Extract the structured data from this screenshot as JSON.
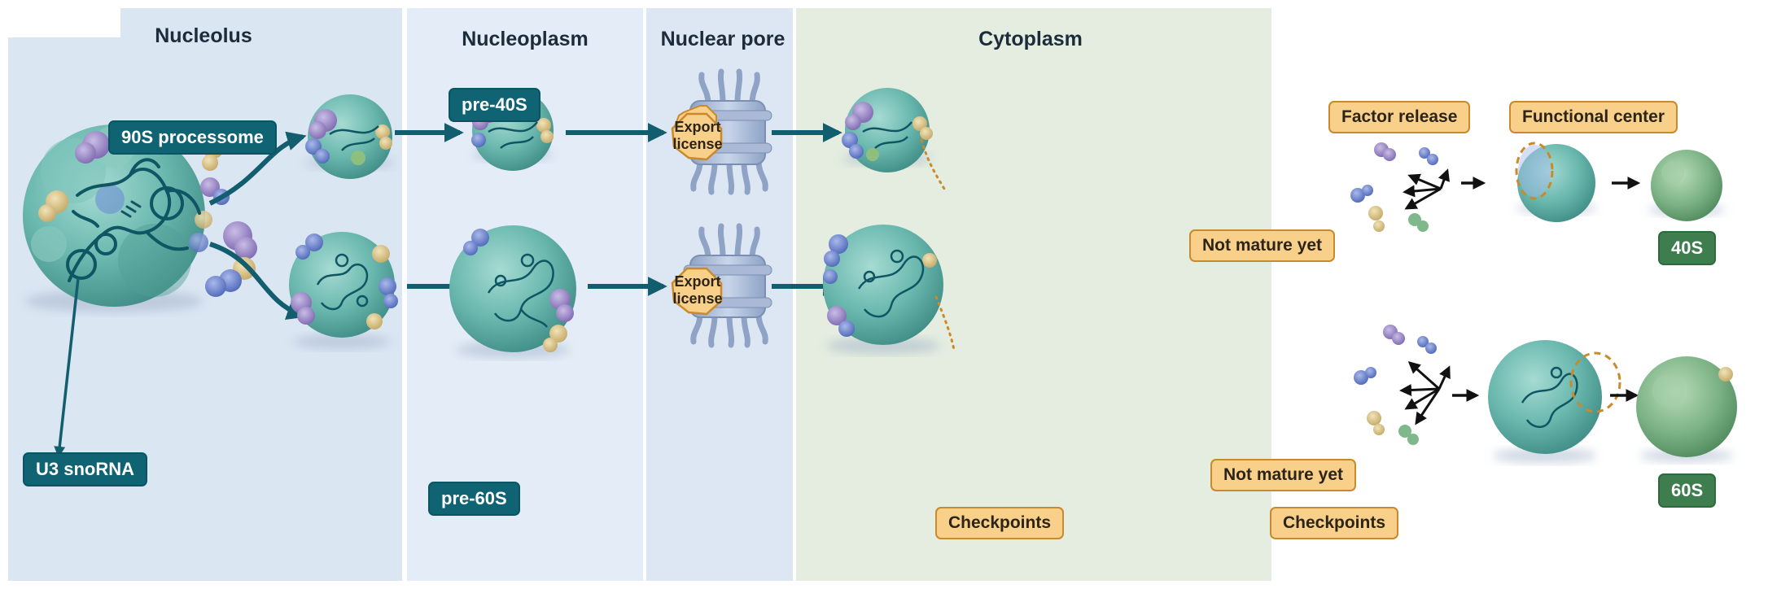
{
  "sections": {
    "nucleolus": "Nucleolus",
    "nucleoplasm": "Nucleoplasm",
    "nuclear_pore": "Nuclear pore",
    "cytoplasm": "Cytoplasm"
  },
  "labels": {
    "processome": "90S processome",
    "snorna": "U3 snoRNA",
    "pre40s": "pre-40S",
    "pre60s": "pre-60S",
    "export_license_top": "Export license",
    "export_license_bottom": "Export license",
    "checkpoints_pore": "Checkpoints",
    "checkpoints_cyto": "Checkpoints",
    "not_mature_top": "Not mature yet",
    "not_mature_bottom": "Not mature yet",
    "factor_release": "Factor release",
    "functional_center": "Functional center",
    "final_40s": "40S",
    "final_60s": "60S"
  },
  "colors": {
    "nucleolus_bg": "#dbe6f3",
    "nucleoplasm_bg": "#e4edf7",
    "pore_bg": "#dde7f3",
    "cytoplasm_bg": "#e4ede0",
    "arrow_teal": "#135e6e",
    "ribosome_teal": "#6ab8ae",
    "protein_purple": "#9b88c6",
    "protein_blue": "#6f86cf",
    "protein_tan": "#d9c58f",
    "mature_green": "#72a87c",
    "label_orange": "#f8d08a"
  }
}
